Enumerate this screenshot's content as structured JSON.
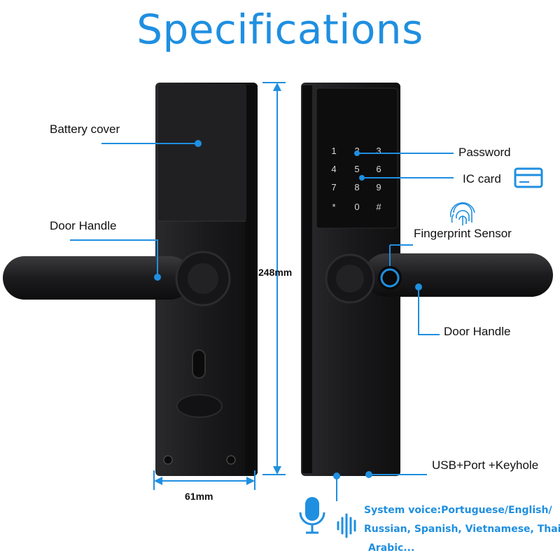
{
  "title": "Specifications",
  "labels": {
    "battery_cover": "Battery cover",
    "door_handle_left": "Door Handle",
    "password": "Password",
    "ic_card": "IC card",
    "fingerprint_sensor": "Fingerprint Sensor",
    "door_handle_right": "Door Handle",
    "usb_port_keyhole": "USB+Port +Keyhole"
  },
  "dimensions": {
    "height": "248mm",
    "width": "61mm"
  },
  "keypad": [
    "1",
    "2",
    "3",
    "4",
    "5",
    "6",
    "7",
    "8",
    "9",
    "*",
    "0",
    "#"
  ],
  "voice": {
    "line1": "System voice:Portuguese/English/",
    "line2": "Russian, Spanish, Vietnamese, Thai,",
    "line3": "Arabic..."
  },
  "colors": {
    "accent": "#1f8fe0",
    "lock_body": "#1b1b1d"
  }
}
